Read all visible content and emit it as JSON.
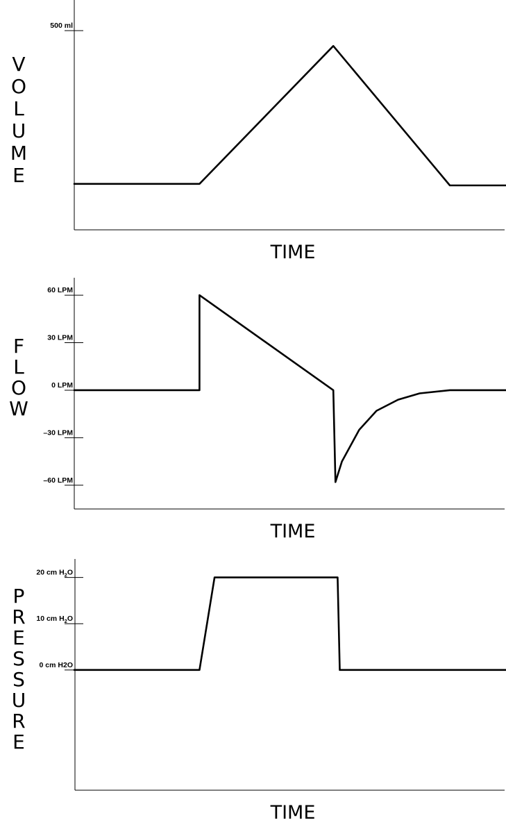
{
  "chart_data": [
    {
      "type": "line",
      "ylabel": "VOLUME",
      "xlabel": "TIME",
      "yticks": [
        {
          "value": 500,
          "label": "500 ml"
        }
      ],
      "ylim": [
        -150,
        600
      ],
      "series": [
        {
          "points": [
            [
              0,
              0
            ],
            [
              0.29,
              0
            ],
            [
              0.6,
              450
            ],
            [
              0.87,
              -5
            ],
            [
              1.0,
              -5
            ]
          ]
        }
      ]
    },
    {
      "type": "line",
      "ylabel": "FLOW",
      "xlabel": "TIME",
      "yticks": [
        {
          "value": 60,
          "label": "60 LPM"
        },
        {
          "value": 30,
          "label": "30 LPM"
        },
        {
          "value": 0,
          "label": "0 LPM"
        },
        {
          "value": -30,
          "label": "-30 LPM"
        },
        {
          "value": -60,
          "label": "-60 LPM"
        }
      ],
      "ylim": [
        -75,
        71
      ],
      "series": [
        {
          "points": [
            [
              0,
              0
            ],
            [
              0.29,
              0
            ],
            [
              0.29,
              60
            ],
            [
              0.6,
              0
            ],
            [
              0.605,
              -58
            ],
            [
              0.62,
              -45
            ],
            [
              0.66,
              -25
            ],
            [
              0.7,
              -13
            ],
            [
              0.75,
              -6
            ],
            [
              0.8,
              -2
            ],
            [
              0.87,
              0
            ],
            [
              1.0,
              0
            ]
          ]
        }
      ]
    },
    {
      "type": "line",
      "ylabel": "PRESSURE",
      "xlabel": "TIME",
      "yticks": [
        {
          "value": 20,
          "label": "20 cm H2O",
          "base": "20 cm H",
          "sub": "2",
          "tail": "O"
        },
        {
          "value": 10,
          "label": "10 cm H2O",
          "base": "10 cm H",
          "sub": "2",
          "tail": "O"
        },
        {
          "value": 0,
          "label": "0 cm H2O",
          "base": "0 cm H2O",
          "sub": "",
          "tail": ""
        }
      ],
      "ylim": [
        -26,
        24
      ],
      "series": [
        {
          "points": [
            [
              0,
              0
            ],
            [
              0.29,
              0
            ],
            [
              0.325,
              20
            ],
            [
              0.61,
              20
            ],
            [
              0.615,
              0
            ],
            [
              1.0,
              0
            ]
          ]
        }
      ]
    }
  ]
}
